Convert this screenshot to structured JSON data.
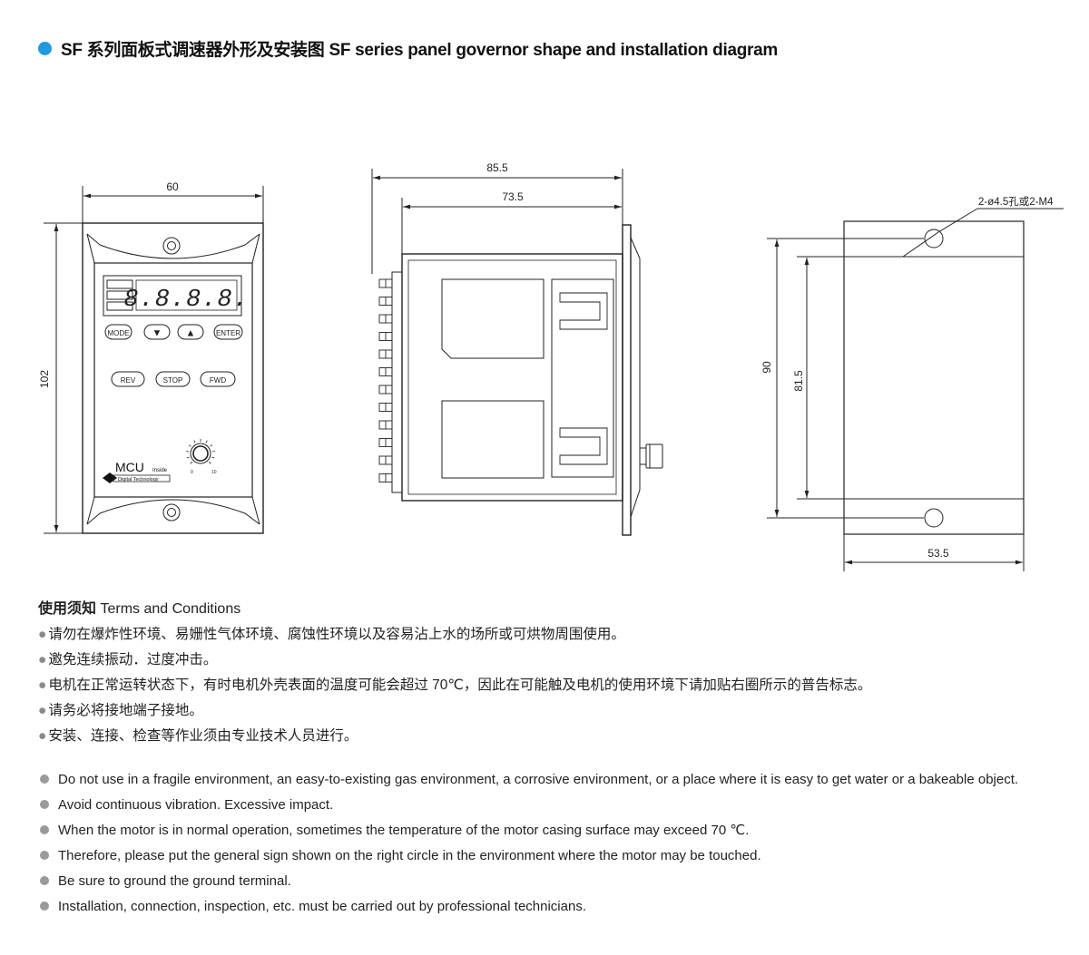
{
  "header": {
    "title_zh": "SF 系列面板式调速器外形及安装图",
    "title_en": "SF series panel governor shape and installation diagram",
    "accent_color": "#1e9be0"
  },
  "front_view": {
    "dim_width": "60",
    "dim_height": "102",
    "display_digits": "8.8.8.8.",
    "buttons_top": [
      "MODE",
      "▼",
      "▲",
      "ENTER"
    ],
    "buttons_mid": [
      "REV",
      "STOP",
      "FWD"
    ],
    "logo_main": "MCU",
    "logo_sub": "Inside",
    "logo_tag": "Digital Technology",
    "knob_scale_min": "0",
    "knob_scale_max": "10"
  },
  "side_view": {
    "dim_total": "85.5",
    "dim_body": "73.5"
  },
  "mount_view": {
    "hole_note": "2-ø4.5孔或2-M4",
    "dim_outer_height": "90",
    "dim_hole_pitch": "81.5",
    "dim_width": "53.5"
  },
  "terms": {
    "heading_zh": "使用须知",
    "heading_en": "Terms and Conditions",
    "zh_items": [
      "请勿在爆炸性环境、易姗性气体环境、腐蚀性环境以及容易沾上水的场所或可烘物周围使用。",
      "邀免连续振动．过度冲击。",
      "电机在正常运转状态下，有时电机外壳表面的温度可能会超过 70℃，因此在可能触及电机的使用环境下请加贴右圈所示的普告标志。",
      "请务必将接地端子接地。",
      "安装、连接、检查等作业须由专业技术人员进行。"
    ],
    "en_items": [
      "Do not use in a fragile environment, an easy-to-existing gas environment, a corrosive environment, or a place where it is easy to get water or a bakeable object.",
      "Avoid continuous vibration. Excessive impact.",
      "When the motor is in normal operation, sometimes the temperature of the motor casing surface may exceed 70 ℃.",
      "Therefore, please put the general sign shown on the right circle in the environment where the motor may be touched.",
      "Be sure to ground the ground terminal.",
      "Installation, connection, inspection, etc. must be carried out by professional technicians."
    ]
  }
}
